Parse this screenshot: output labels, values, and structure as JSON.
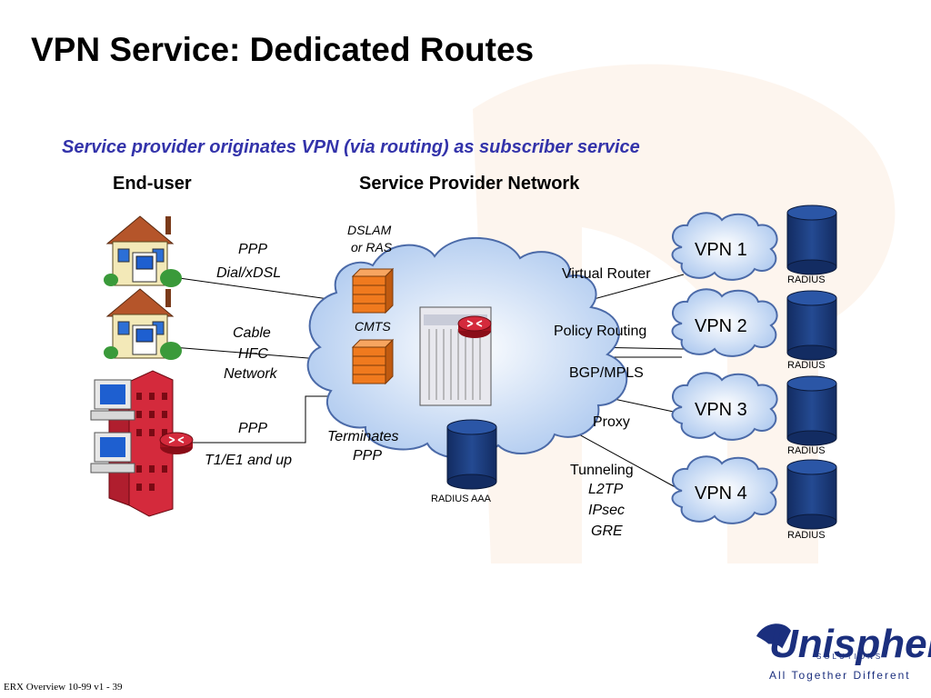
{
  "slide": {
    "title": "VPN Service: Dedicated Routes",
    "subtitle": "Service provider originates VPN (via routing) as subscriber service",
    "footer": "ERX Overview 10-99 v1 - 39"
  },
  "headers": {
    "end_user": "End-user",
    "service_provider_network": "Service Provider Network"
  },
  "access_labels": {
    "ppp_dialxdsl_1": "PPP",
    "ppp_dialxdsl_2": "Dial/xDSL",
    "cable_1": "Cable",
    "cable_2": "HFC",
    "cable_3": "Network",
    "ppp_t1_1": "PPP",
    "ppp_t1_2": "T1/E1 and up"
  },
  "network_labels": {
    "dslam_1": "DSLAM",
    "dslam_2": "or RAS",
    "cmts": "CMTS",
    "terminates_1": "Terminates",
    "terminates_2": "PPP",
    "radius_aaa": "RADIUS AAA"
  },
  "service_labels": {
    "virtual_router": "Virtual Router",
    "policy_routing": "Policy Routing",
    "bgp_mpls": "BGP/MPLS",
    "proxy": "Proxy",
    "tunneling": "Tunneling",
    "l2tp": "L2TP",
    "ipsec": "IPsec",
    "gre": "GRE"
  },
  "vpns": [
    {
      "label": "VPN 1",
      "radius": "RADIUS"
    },
    {
      "label": "VPN 2",
      "radius": "RADIUS"
    },
    {
      "label": "VPN 3",
      "radius": "RADIUS"
    },
    {
      "label": "VPN 4",
      "radius": "RADIUS"
    }
  ],
  "logo": {
    "word": "Unisphere",
    "sub": "SOLUTIONS",
    "tagline": "All Together Different"
  },
  "colors": {
    "title": "#000000",
    "subtitle": "#3333aa",
    "cloud_fill": "#c9dcf7",
    "cylinder": "#1b3a78",
    "cmts_orange": "#f07a1e",
    "building_red": "#d42a3c",
    "logo_navy": "#1b2f7e",
    "watermark": "#fbefe3"
  }
}
